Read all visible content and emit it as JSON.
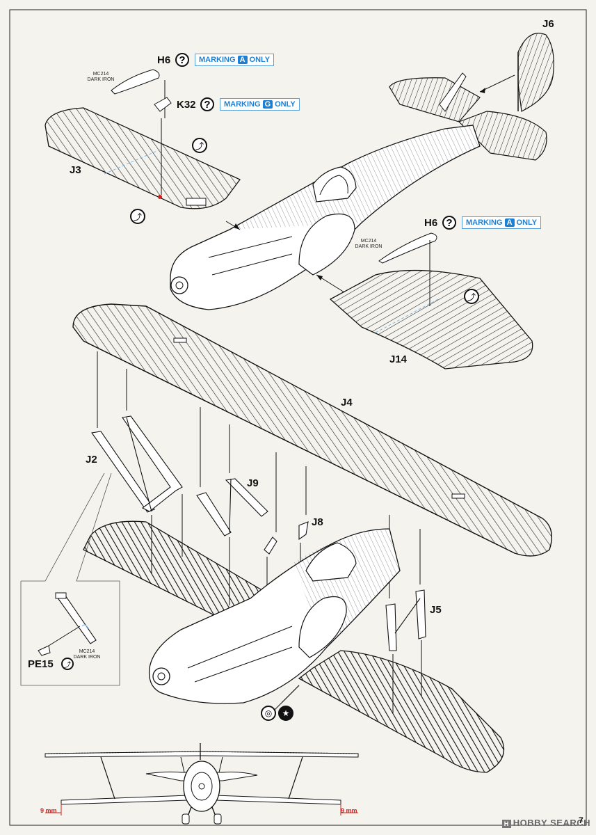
{
  "parts": {
    "j6": "J6",
    "j3": "J3",
    "j14": "J14",
    "j4": "J4",
    "j2": "J2",
    "j9": "J9",
    "j8": "J8",
    "j5": "J5",
    "h6_top": "H6",
    "h6_right": "H6",
    "k32": "K32",
    "pe15": "PE15"
  },
  "paint_callouts": {
    "mc214_a": "MC214",
    "dark_iron_a": "DARK IRON",
    "mc214_b": "MC214",
    "dark_iron_b": "DARK IRON",
    "mc214_c": "MC214",
    "dark_iron_c": "DARK IRON"
  },
  "badges": {
    "marking_a1": {
      "pre": "MARKING",
      "letter": "A",
      "post": "ONLY"
    },
    "marking_g": {
      "pre": "MARKING",
      "letter": "G",
      "post": "ONLY"
    },
    "marking_a2": {
      "pre": "MARKING",
      "letter": "A",
      "post": "ONLY"
    }
  },
  "symbols": {
    "question": "?",
    "bend": "⤴"
  },
  "dimensions": {
    "left": "9 mm",
    "right": "9 mm"
  },
  "watermark": {
    "logo": "H",
    "text": "HOBBY SEARCH"
  },
  "page_number": "7",
  "colors": {
    "line": "#111111",
    "badge_blue": "#1f7fd0",
    "light_blue_guide": "#7fb8e6",
    "dim_red": "#d0211c",
    "paper": "#f4f3ee"
  }
}
